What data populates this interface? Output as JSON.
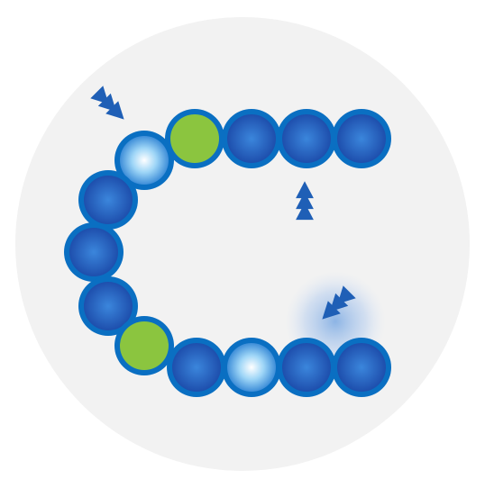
{
  "diagram": {
    "background_color": "#f2f2f2",
    "colors": {
      "bead_ring": "#0a6fc2",
      "bead_core_dark": "#1d4fb0",
      "bead_core_mid": "#2f70d0",
      "bead_highlight_light": "#ffffff",
      "bead_highlight_core": "#7fc8f4",
      "bead_green": "#8bc53f",
      "arrow": "#1f5fb6",
      "glow": "#8ab4e8"
    },
    "chain": [
      {
        "kind": "plain"
      },
      {
        "kind": "plain"
      },
      {
        "kind": "plain"
      },
      {
        "kind": "green"
      },
      {
        "kind": "highlight"
      },
      {
        "kind": "plain"
      },
      {
        "kind": "plain"
      },
      {
        "kind": "plain"
      },
      {
        "kind": "green"
      },
      {
        "kind": "plain"
      },
      {
        "kind": "highlight"
      },
      {
        "kind": "plain"
      },
      {
        "kind": "plain"
      }
    ],
    "markers": [
      {
        "icon": "triple-arrow-down-right-icon",
        "points_to_bead": 4
      },
      {
        "icon": "triple-arrow-up-icon",
        "points_to_bead": 1
      },
      {
        "icon": "triple-arrow-down-left-icon",
        "points_to_bead": 11
      }
    ]
  }
}
